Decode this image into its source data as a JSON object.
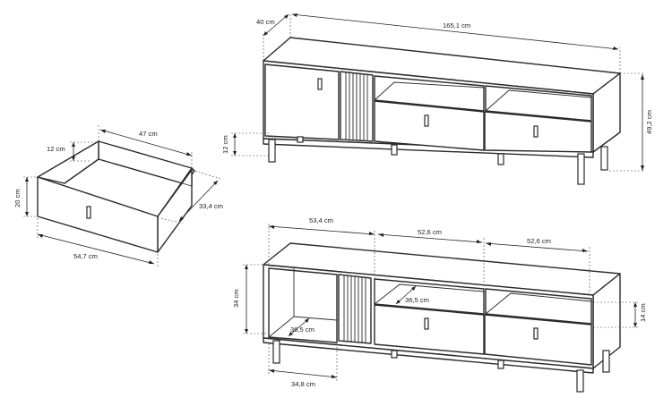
{
  "dimensions": {
    "top_depth": "40 cm",
    "top_width": "165,1 cm",
    "top_height": "49,2 cm",
    "top_leg": "12 cm",
    "drawer_width": "47 cm",
    "drawer_inner_height": "12 cm",
    "drawer_height": "20 cm",
    "drawer_depth": "33,4 cm",
    "drawer_front_width": "54,7 cm",
    "bottom_left_width": "53,4 cm",
    "bottom_mid_width": "52,6 cm",
    "bottom_right_width": "52,6 cm",
    "bottom_height": "34 cm",
    "bottom_shelf_height": "14 cm",
    "inner_depth_left": "36,5 cm",
    "inner_depth_right": "36,5 cm",
    "bottom_leg_span": "34,8 cm"
  }
}
